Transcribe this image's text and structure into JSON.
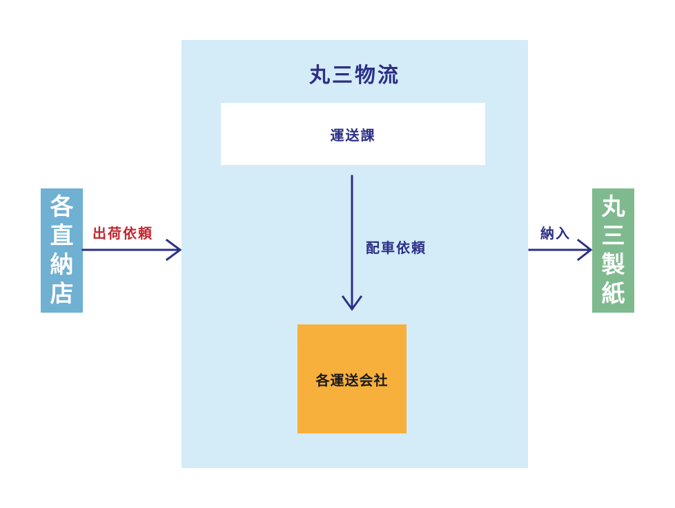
{
  "company": {
    "title": "丸三物流",
    "department": "運送課",
    "carriers": "各運送会社"
  },
  "left_node": {
    "chars": [
      "各",
      "直",
      "納",
      "店"
    ]
  },
  "right_node": {
    "chars": [
      "丸",
      "三",
      "製",
      "紙"
    ]
  },
  "edges": {
    "order_request": "出荷依頼",
    "dispatch_request": "配車依頼",
    "delivery": "納入"
  },
  "colors": {
    "company_bg": "#d4ebf8",
    "navy": "#2b2f86",
    "carrier_bg": "#f8b03d",
    "left_bg": "#6fb0d3",
    "right_bg": "#7fba8f",
    "order_label": "#c4262c"
  }
}
